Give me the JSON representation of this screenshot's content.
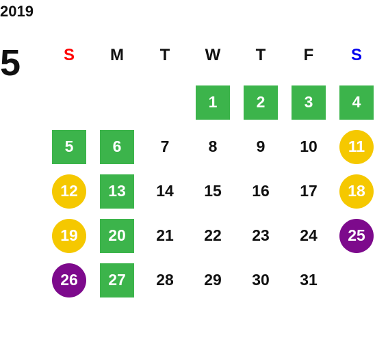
{
  "year": "2019",
  "month": "5",
  "weekdays": [
    {
      "label": "S",
      "kind": "sun"
    },
    {
      "label": "M",
      "kind": "normal"
    },
    {
      "label": "T",
      "kind": "normal"
    },
    {
      "label": "W",
      "kind": "normal"
    },
    {
      "label": "T",
      "kind": "normal"
    },
    {
      "label": "F",
      "kind": "normal"
    },
    {
      "label": "S",
      "kind": "sat"
    }
  ],
  "colors": {
    "sunday_header": "#ff0000",
    "saturday_header": "#0000ee",
    "green": "#3cb44b",
    "yellow": "#f5c800",
    "purple": "#7d0a8c"
  },
  "weeks": [
    [
      null,
      null,
      null,
      {
        "day": "1",
        "style": "green"
      },
      {
        "day": "2",
        "style": "green"
      },
      {
        "day": "3",
        "style": "green"
      },
      {
        "day": "4",
        "style": "green"
      }
    ],
    [
      {
        "day": "5",
        "style": "green"
      },
      {
        "day": "6",
        "style": "green"
      },
      {
        "day": "7",
        "style": "plain"
      },
      {
        "day": "8",
        "style": "plain"
      },
      {
        "day": "9",
        "style": "plain"
      },
      {
        "day": "10",
        "style": "plain"
      },
      {
        "day": "11",
        "style": "yellow"
      }
    ],
    [
      {
        "day": "12",
        "style": "yellow"
      },
      {
        "day": "13",
        "style": "green"
      },
      {
        "day": "14",
        "style": "plain"
      },
      {
        "day": "15",
        "style": "plain"
      },
      {
        "day": "16",
        "style": "plain"
      },
      {
        "day": "17",
        "style": "plain"
      },
      {
        "day": "18",
        "style": "yellow"
      }
    ],
    [
      {
        "day": "19",
        "style": "yellow"
      },
      {
        "day": "20",
        "style": "green"
      },
      {
        "day": "21",
        "style": "plain"
      },
      {
        "day": "22",
        "style": "plain"
      },
      {
        "day": "23",
        "style": "plain"
      },
      {
        "day": "24",
        "style": "plain"
      },
      {
        "day": "25",
        "style": "purple"
      }
    ],
    [
      {
        "day": "26",
        "style": "purple"
      },
      {
        "day": "27",
        "style": "green"
      },
      {
        "day": "28",
        "style": "plain"
      },
      {
        "day": "29",
        "style": "plain"
      },
      {
        "day": "30",
        "style": "plain"
      },
      {
        "day": "31",
        "style": "plain"
      },
      null
    ]
  ]
}
